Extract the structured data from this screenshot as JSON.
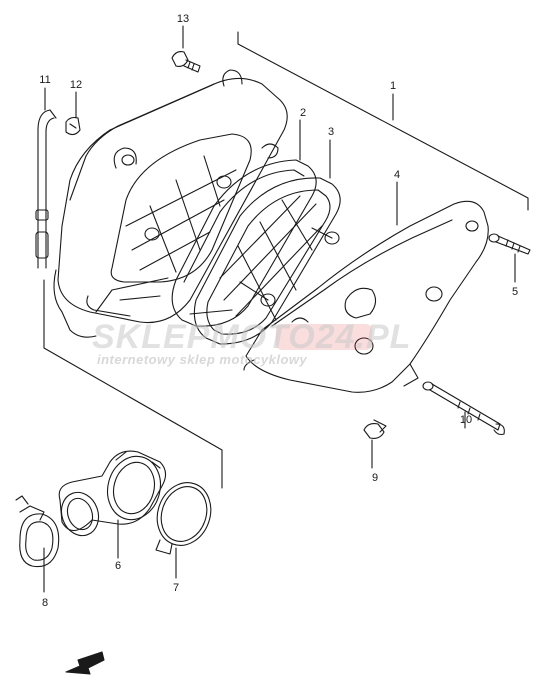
{
  "callouts": {
    "c1": "1",
    "c2": "2",
    "c3": "3",
    "c4": "4",
    "c5": "5",
    "c6": "6",
    "c7": "7",
    "c8": "8",
    "c9": "9",
    "c10": "10",
    "c11": "11",
    "c12": "12",
    "c13": "13"
  },
  "watermark": {
    "brand": "SKLEPMOTO24.PL",
    "tagline": "internetowy sklep motocyklowy"
  },
  "direction_marker": {
    "label": "FWD"
  },
  "colors": {
    "line": "#1a1a1a",
    "watermark_gray": "#c8c8c8",
    "watermark_red": "#d9342b"
  }
}
